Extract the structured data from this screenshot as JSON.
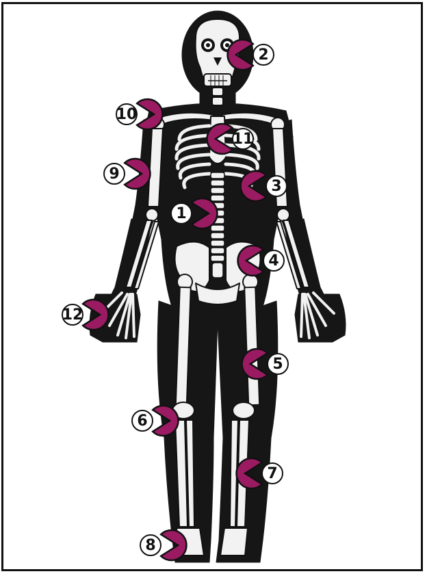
{
  "colors": {
    "marker_fill": "#9b1b63",
    "marker_inner": "#ffffff",
    "silhouette": "#161616",
    "bone": "#f2f2f2",
    "bone_shade": "#bdbdbd",
    "outline": "#111111"
  },
  "markers": [
    {
      "label": "1"
    },
    {
      "label": "2"
    },
    {
      "label": "3"
    },
    {
      "label": "4"
    },
    {
      "label": "5"
    },
    {
      "label": "6"
    },
    {
      "label": "7"
    },
    {
      "label": "8"
    },
    {
      "label": "9"
    },
    {
      "label": "10"
    },
    {
      "label": "11"
    },
    {
      "label": "12"
    }
  ]
}
